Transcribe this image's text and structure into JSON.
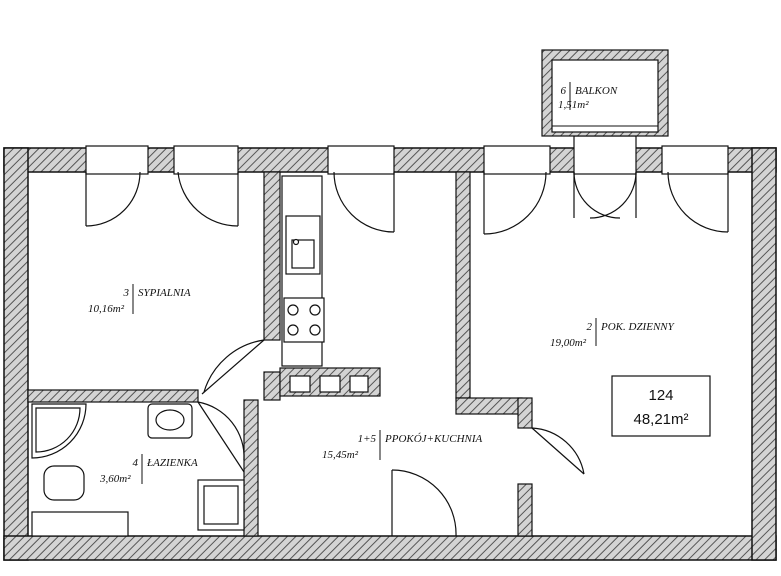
{
  "rooms": {
    "balkon": {
      "num": "6",
      "name": "BALKON",
      "area": "1,51m²"
    },
    "sypialnia": {
      "num": "3",
      "name": "SYPIALNIA",
      "area": "10,16m²"
    },
    "dzienny": {
      "num": "2",
      "name": "POK. DZIENNY",
      "area": "19,00m²"
    },
    "lazienka": {
      "num": "4",
      "name": "ŁAZIENKA",
      "area": "3,60m²"
    },
    "kuchnia": {
      "num": "1+5",
      "name": "PPOKÓJ+KUCHNIA",
      "area": "15,45m²"
    }
  },
  "summary": {
    "unit": "124",
    "total": "48,21m²"
  },
  "colors": {
    "wall": "#c9c9c9",
    "line": "#111111",
    "hatch": "#555555"
  }
}
